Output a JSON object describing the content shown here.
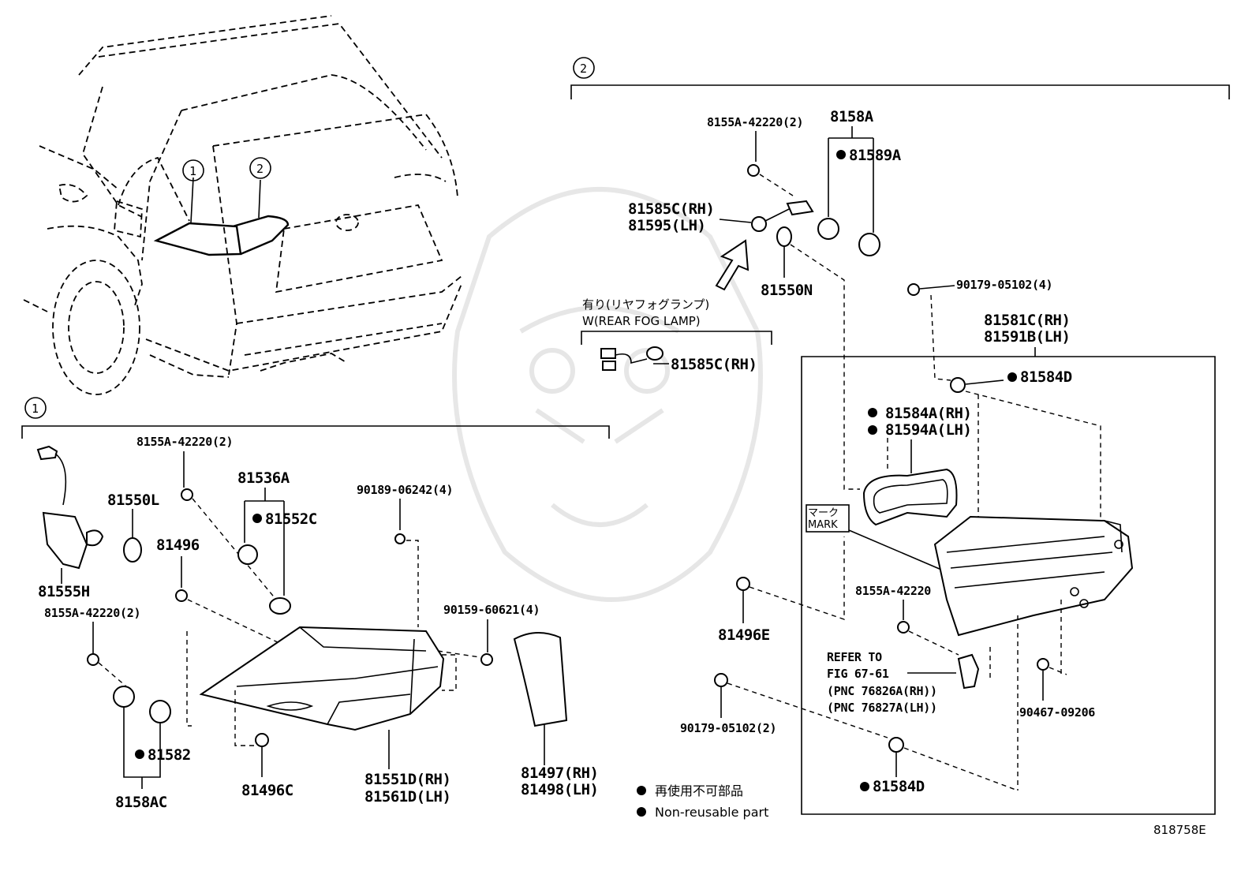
{
  "callouts": {
    "car_1": "1",
    "car_2": "2",
    "section_1": "1",
    "section_2": "2"
  },
  "section_1_parts": {
    "p81555H": "81555H",
    "p81550L": "81550L",
    "p8155A_42220_2_top": "8155A-42220(2)",
    "p81536A": "81536A",
    "p81552C": "81552C",
    "p81496": "81496",
    "p8155A_42220_2_bottom": "8155A-42220(2)",
    "p90189_06242": "90189-06242(4)",
    "p90159_60621": "90159-60621(4)",
    "p81582": "81582",
    "p8158AC": "8158AC",
    "p81496C": "81496C",
    "p81551D": "81551D(RH)",
    "p81561D": "81561D(LH)",
    "p81497": "81497(RH)",
    "p81498": "81498(LH)"
  },
  "section_2_parts": {
    "p8155A_42220_2": "8155A-42220(2)",
    "p8158A": "8158A",
    "p81589A": "81589A",
    "p81585C_RH": "81585C(RH)",
    "p81595_LH": "81595(LH)",
    "p81550N": "81550N",
    "p90179_05102_4": "90179-05102(4)",
    "p81581C": "81581C(RH)",
    "p81591B": "81591B(LH)",
    "p81584D_top": "81584D",
    "p81584A": "81584A(RH)",
    "p81594A": "81594A(LH)",
    "fog_jp": "有り(リヤフォグランプ)",
    "fog_en": "W(REAR FOG LAMP)",
    "p81585C_fog": "81585C(RH)",
    "mark_jp": "マーク",
    "mark_en": "MARK",
    "p81496E": "81496E",
    "p8155A_42220": "8155A-42220",
    "refer_1": "REFER TO",
    "refer_2": "FIG 67-61",
    "refer_3": "(PNC 76826A(RH))",
    "refer_4": "(PNC 76827A(LH))",
    "p90467_09206": "90467-09206",
    "p90179_05102_2": "90179-05102(2)",
    "p81584D_bottom": "81584D"
  },
  "legend": {
    "jp": "再使用不可部品",
    "en": "Non-reusable part"
  },
  "figure_id": "818758E"
}
